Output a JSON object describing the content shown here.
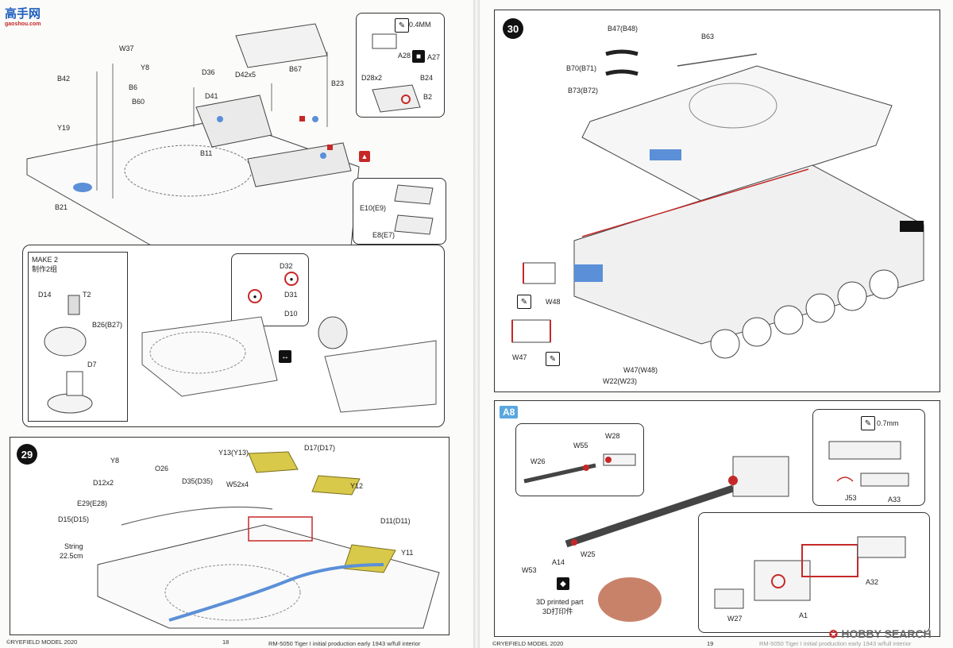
{
  "watermark_top": {
    "logo_text": "高手网",
    "url": "gaoshou.com"
  },
  "watermark_bottom": {
    "text": "HOBBY SEARCH"
  },
  "left_page": {
    "footer_left": "©RYEFIELD MODEL 2020",
    "page_number": "18",
    "footer_right": "RM-5050 Tiger I initial production early 1943 w/full interior",
    "top_panel": {
      "labels": [
        "W37",
        "Y8",
        "B42",
        "B6",
        "B60",
        "Y19",
        "D36",
        "D41",
        "D42x5",
        "B67",
        "B23",
        "B11",
        "B21"
      ],
      "inset_top": {
        "thickness": "0.4MM",
        "labels": [
          "A28",
          "A27",
          "D28x2",
          "B24",
          "B2"
        ]
      },
      "inset_side": {
        "labels": [
          "E10(E9)",
          "E8(E7)"
        ]
      }
    },
    "middle_panel": {
      "make_title": "MAKE 2",
      "make_subtitle": "制作2组",
      "make_labels": [
        "D14",
        "T2",
        "B26(B27)",
        "D7"
      ],
      "detail_labels": [
        "D32",
        "D31",
        "D10"
      ]
    },
    "step29": {
      "number": "29",
      "labels": [
        "Y8",
        "O26",
        "D12x2",
        "E29(E28)",
        "D15(D15)",
        "String",
        "22.5cm",
        "Y13(Y13)",
        "D17(D17)",
        "D35(D35)",
        "W52x4",
        "Y12",
        "D11(D11)",
        "Y11"
      ]
    }
  },
  "right_page": {
    "footer_left": "©RYEFIELD MODEL 2020",
    "page_number": "19",
    "footer_right": "RM-5050 Tiger I initial production early 1943 w/full interior",
    "step30": {
      "number": "30",
      "labels": [
        "B47(B48)",
        "B63",
        "B70(B71)",
        "B73(B72)",
        "W48",
        "W47",
        "W47(W48)",
        "W22(W23)"
      ]
    },
    "a8": {
      "tag": "A8",
      "labels": [
        "W55",
        "W28",
        "W26",
        "W25",
        "A14",
        "W53",
        "J53",
        "A33",
        "A32",
        "W27",
        "A1"
      ],
      "thickness": "0.7mm",
      "printed_part": "3D printed part",
      "printed_part_cn": "3D打印件"
    }
  },
  "colors": {
    "blue_part": "#5b8fd8",
    "yellow_part": "#d8c94a",
    "red_part": "#c62828"
  }
}
